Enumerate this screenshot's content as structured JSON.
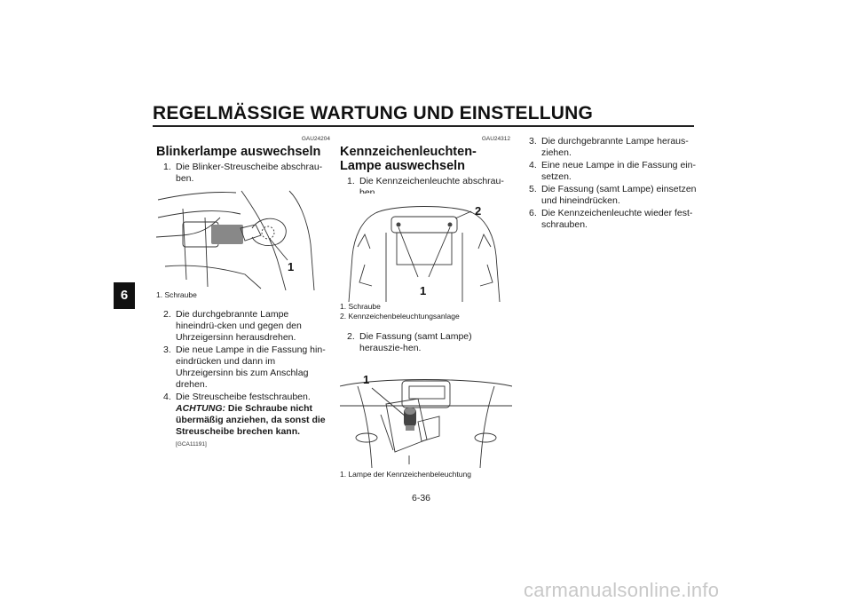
{
  "header": {
    "title": "REGELMÄSSIGE WARTUNG UND EINSTELLUNG",
    "chapter_tab": "6"
  },
  "left_column": {
    "code": "GAU24204",
    "heading": "Blinkerlampe auswechseln",
    "steps_before": [
      {
        "num": "1.",
        "text": "Die Blinker-Streuscheibe abschrau-ben."
      }
    ],
    "figure": {
      "callout": "1"
    },
    "caption": [
      "1.  Schraube"
    ],
    "steps_after": [
      {
        "num": "2.",
        "text": "Die durchgebrannte Lampe hineindrü-cken und gegen den Uhrzeigersinn herausdrehen."
      },
      {
        "num": "3.",
        "text": "Die neue Lampe in die Fassung hin-eindrücken und dann im Uhrzeigersinn bis zum Anschlag drehen."
      },
      {
        "num": "4.",
        "text": "Die Streuscheibe festschrauben."
      }
    ],
    "warning": {
      "lead": "ACHTUNG:",
      "text": "Die Schraube nicht übermäßig anziehen, da sonst die Streuscheibe brechen kann.",
      "code": "[GCA11191]"
    }
  },
  "middle_column": {
    "code": "GAU24312",
    "heading": "Kennzeichenleuchten-Lampe auswechseln",
    "steps_before": [
      {
        "num": "1.",
        "text": "Die Kennzeichenleuchte abschrau-ben."
      }
    ],
    "figure1": {
      "callout_1": "1",
      "callout_2": "2"
    },
    "caption1": [
      "1.  Schraube",
      "2.  Kennzeichenbeleuchtungsanlage"
    ],
    "steps_mid": [
      {
        "num": "2.",
        "text": "Die Fassung (samt Lampe) herauszie-hen."
      }
    ],
    "figure2": {
      "callout_1": "1"
    },
    "caption2": [
      "1.  Lampe der Kennzeichenbeleuchtung"
    ]
  },
  "right_column": {
    "steps": [
      {
        "num": "3.",
        "text": "Die durchgebrannte Lampe heraus-ziehen."
      },
      {
        "num": "4.",
        "text": "Eine neue Lampe in die Fassung ein-setzen."
      },
      {
        "num": "5.",
        "text": "Die Fassung (samt Lampe) einsetzen und hineindrücken."
      },
      {
        "num": "6.",
        "text": "Die Kennzeichenleuchte wieder fest-schrauben."
      }
    ]
  },
  "footer": {
    "page_number": "6-36",
    "watermark": "carmanualsonline.info"
  }
}
